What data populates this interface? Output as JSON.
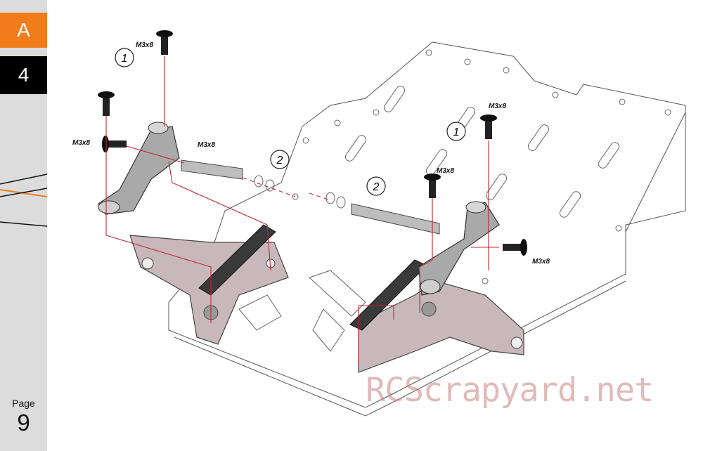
{
  "sidebar": {
    "section_letter": "A",
    "step_number": "4",
    "page_label": "Page",
    "page_number": "9",
    "accent_color": "#f07d1a"
  },
  "diagram": {
    "screw_labels": [
      "M3x8",
      "M3x8",
      "M3x8",
      "M3x8",
      "M3x8",
      "M3x8"
    ],
    "step_callouts": [
      "1",
      "2",
      "2",
      "1"
    ]
  },
  "watermark": "RCScrapyard.net"
}
